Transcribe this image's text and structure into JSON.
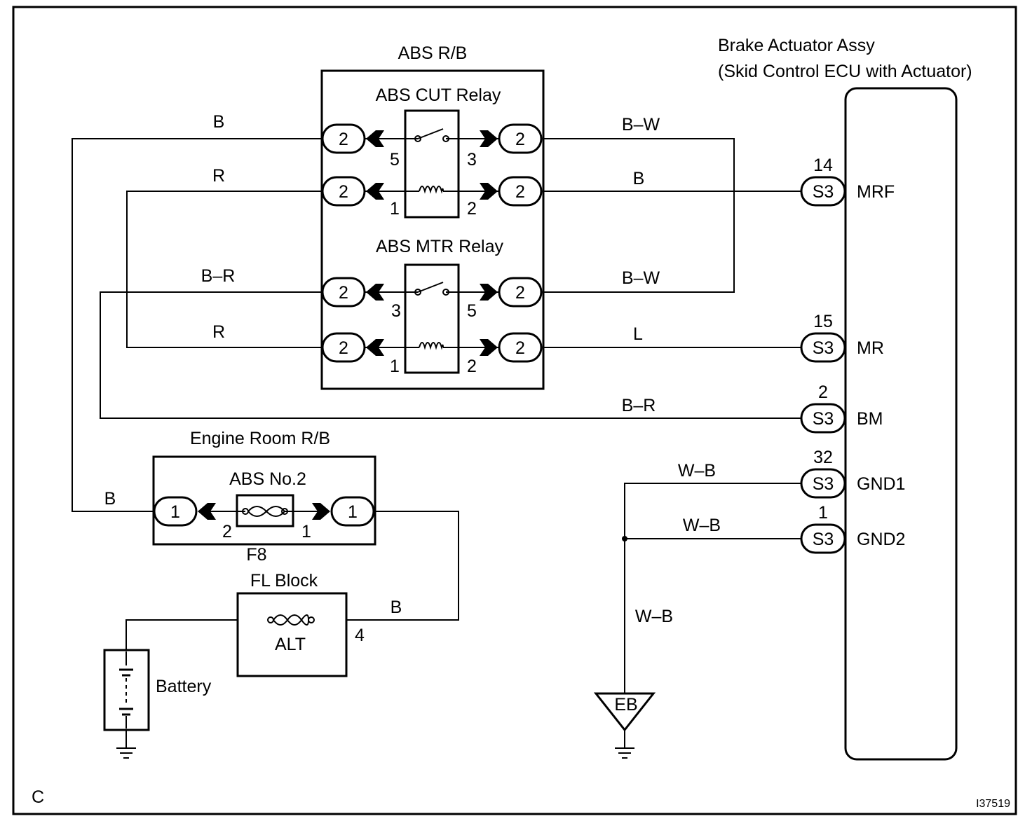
{
  "figure": {
    "letter": "C",
    "id": "I37519"
  },
  "abs_rb": {
    "title": "ABS R/B",
    "cut_relay": "ABS CUT Relay",
    "mtr_relay": "ABS MTR Relay",
    "connector": "2",
    "cut_pins": {
      "sw_left": "5",
      "sw_right": "3",
      "coil_left": "1",
      "coil_right": "2"
    },
    "mtr_pins": {
      "sw_left": "3",
      "sw_right": "5",
      "coil_left": "1",
      "coil_right": "2"
    }
  },
  "actuator": {
    "title_line1": "Brake Actuator Assy",
    "title_line2": "(Skid Control ECU with Actuator)",
    "connector": "S3",
    "terminals": [
      {
        "pin": "14",
        "name": "MRF"
      },
      {
        "pin": "15",
        "name": "MR"
      },
      {
        "pin": "2",
        "name": "BM"
      },
      {
        "pin": "32",
        "name": "GND1"
      },
      {
        "pin": "1",
        "name": "GND2"
      }
    ]
  },
  "engine_room_rb": {
    "title": "Engine Room R/B",
    "fuse": "ABS No.2",
    "connector": "1",
    "pin_left": "2",
    "pin_right": "1",
    "code": "F8"
  },
  "fl_block": {
    "title": "FL Block",
    "fuse": "ALT",
    "pin": "4"
  },
  "battery": {
    "label": "Battery"
  },
  "ground": {
    "label": "EB"
  },
  "wires": {
    "cut_sw_in": "B",
    "cut_coil_in": "R",
    "cut_sw_out": "B–W",
    "cut_coil_out": "B",
    "mtr_sw_in": "B–R",
    "mtr_coil_in": "R",
    "mtr_sw_out": "B–W",
    "mtr_coil_out": "L",
    "bm": "B–R",
    "gnd1": "W–B",
    "gnd2": "W–B",
    "gnd_trunk": "W–B",
    "fuse_feed": "B",
    "alt_out": "B"
  }
}
